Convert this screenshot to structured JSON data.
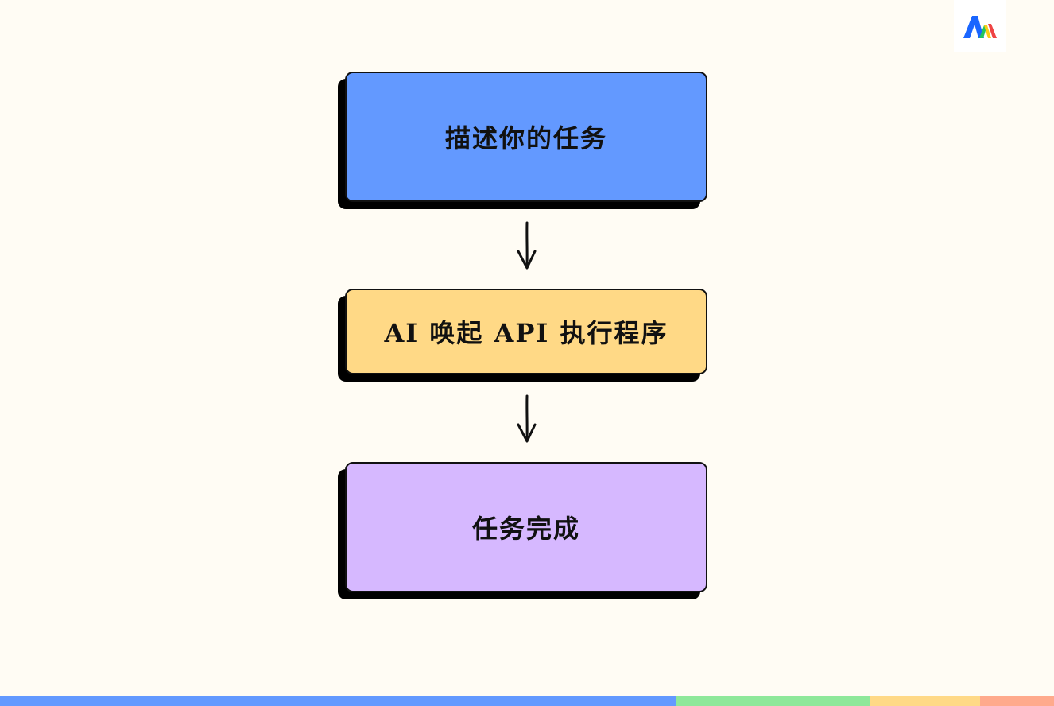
{
  "colors": {
    "background": "#fffcf4",
    "node1_fill": "#6399ff",
    "node2_fill": "#ffd986",
    "node3_fill": "#d6b8ff",
    "shadow": "#000000",
    "border": "#111111",
    "stripe_blue": "#6399ff",
    "stripe_green": "#8ee89a",
    "stripe_yellow": "#ffd986",
    "stripe_orange": "#ffaa8c"
  },
  "logo": {
    "icon": "brand-logo-icon"
  },
  "flow": {
    "nodes": [
      {
        "label": "描述你的任务"
      },
      {
        "label": "AI 唤起 API 执行程序"
      },
      {
        "label": "任务完成"
      }
    ],
    "arrows": [
      {
        "icon": "arrow-down-icon"
      },
      {
        "icon": "arrow-down-icon"
      }
    ]
  }
}
